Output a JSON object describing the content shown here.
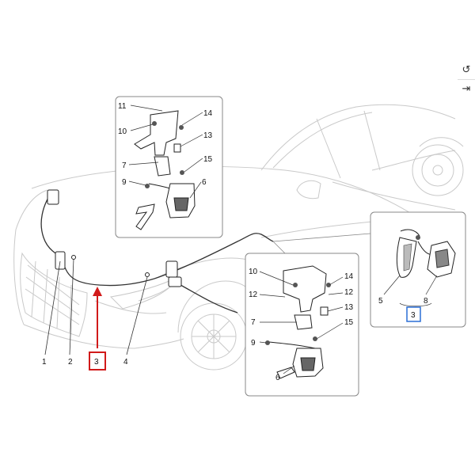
{
  "diagram": {
    "callouts": {
      "main": {
        "c1": "1",
        "c2": "2",
        "c3": "3",
        "c4": "4"
      },
      "inset_top": {
        "c5": "6",
        "c6": "7",
        "c7": "9",
        "c8": "10",
        "c9": "11",
        "c10": "13",
        "c11": "14",
        "c12": "15"
      },
      "inset_mid": {
        "c5": "6",
        "c6": "7",
        "c7": "9",
        "c8": "10",
        "c9": "12",
        "c10": "13",
        "c11": "14",
        "c12": "15",
        "c13": "12"
      },
      "inset_right": {
        "c5": "5",
        "c8": "8",
        "c3": "3"
      }
    },
    "highlight_colors": {
      "red": "#d11a1a",
      "blue": "#2a6fd6"
    }
  },
  "toolbar": {
    "reset_icon": "↺",
    "collapse_icon": "⇥"
  }
}
